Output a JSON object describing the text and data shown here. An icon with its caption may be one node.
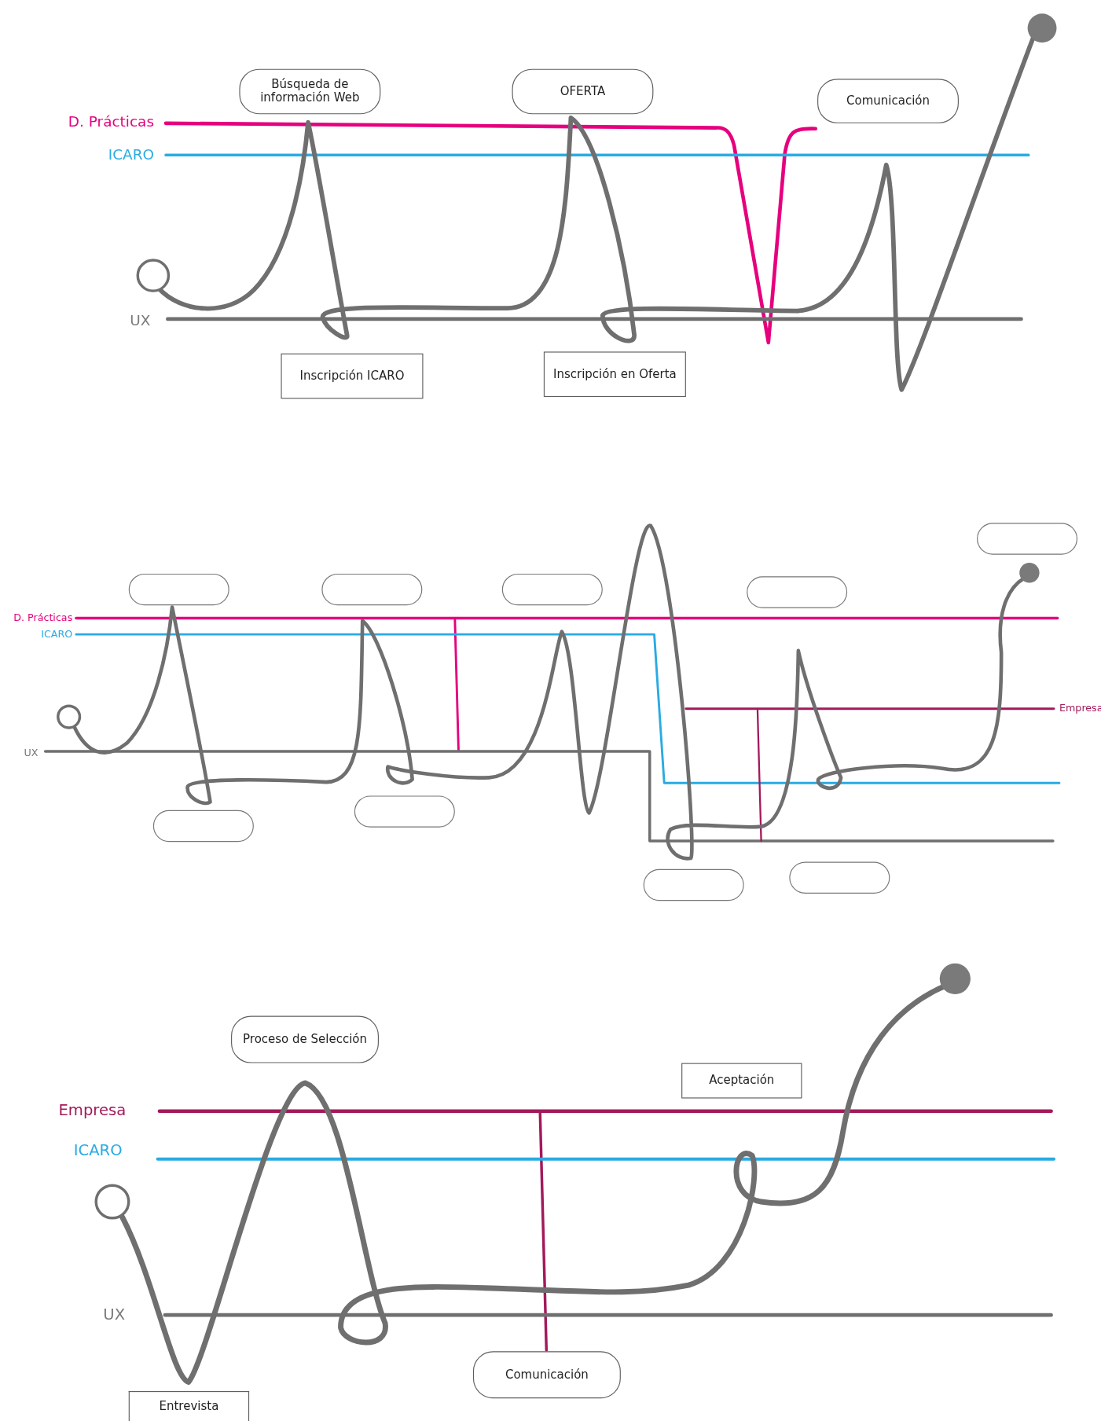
{
  "diagram": {
    "nodes": [
      {
        "text": [
          "Búsqueda de información Web"
        ]
      },
      {
        "text": [
          "OFERTA"
        ]
      },
      {
        "text": [
          "Comunicación"
        ]
      },
      {
        "text": [
          "Inscripción ICARO"
        ]
      },
      {
        "text": [
          "Inscripción en Oferta"
        ]
      },
      {
        "text": [],
        "shape": "box"
      },
      {
        "text": [],
        "shape": "box"
      },
      {
        "text": [],
        "shape": "box"
      },
      {
        "text": [],
        "shape": "box"
      },
      {
        "text": [],
        "shape": "box"
      },
      {
        "text": [],
        "shape": "box"
      },
      {
        "text": [],
        "shape": "box"
      },
      {
        "text": [],
        "shape": "box"
      },
      {
        "text": [],
        "shape": "box"
      },
      {
        "text": [
          "Proceso de Selección"
        ]
      },
      {
        "text": [
          "Aceptación"
        ]
      },
      {
        "text": [
          "Comunicación"
        ]
      },
      {
        "text": [
          "Entrevista"
        ]
      }
    ],
    "labels": [
      "D. Prácticas",
      "ICARO",
      "UX",
      "D. Prácticas",
      "ICARO",
      "UX",
      "Empresa",
      "Empresa",
      "ICARO",
      "UX"
    ]
  }
}
